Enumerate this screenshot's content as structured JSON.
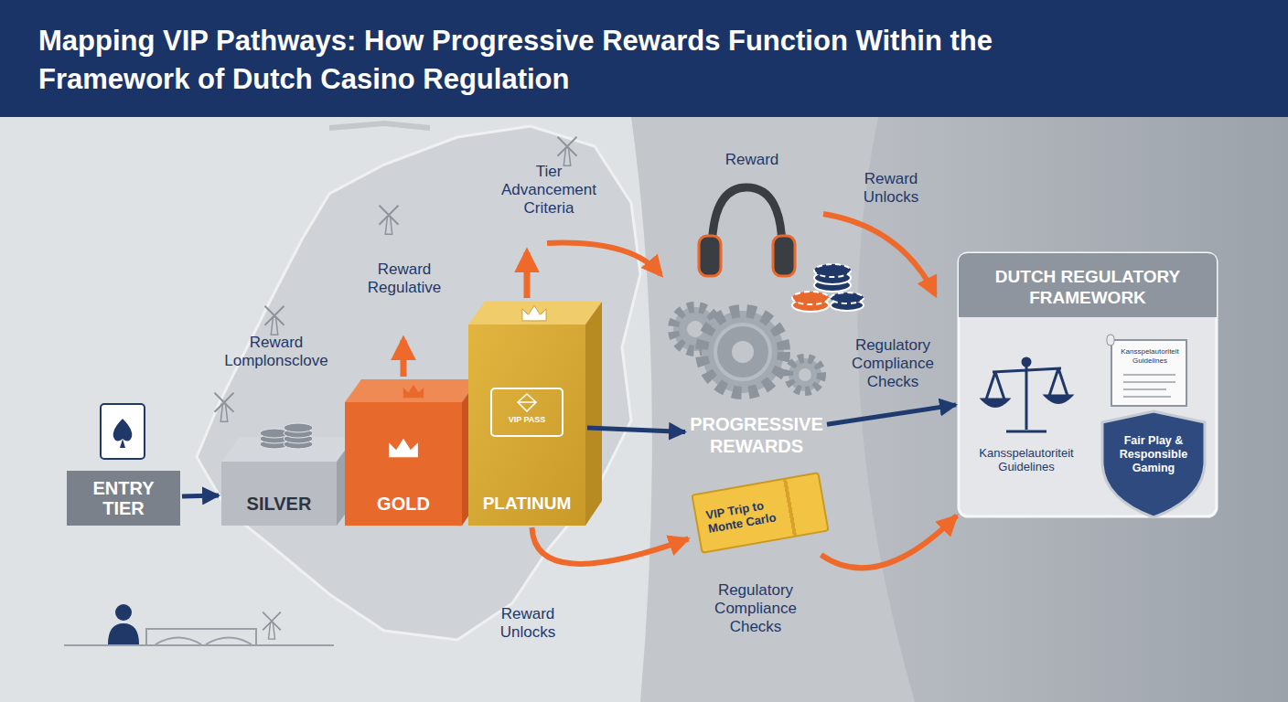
{
  "diagram": {
    "title": "Mapping VIP Pathways: How Progressive Rewards Function Within the Framework of Dutch Casino Regulation",
    "nodes": [
      {
        "text": [
          "ENTRY TIER"
        ]
      },
      {
        "text": [
          "SILVER"
        ]
      },
      {
        "text": [
          "GOLD"
        ]
      },
      {
        "text": [
          "PLATINUM",
          "VIP PASS"
        ]
      },
      {
        "text": [
          "PROGRESSIVE REWARDS"
        ]
      },
      {
        "text": [
          "DUTCH REGULATORY FRAMEWORK"
        ]
      },
      {
        "text": [
          "Fair Play & Responsible Gaming"
        ],
        "in": 5
      },
      {
        "text": [
          "VIP Trip to Monte Carlo"
        ]
      }
    ],
    "edges": [
      {
        "from": 0,
        "to": 1,
        "arrow": "to"
      },
      {
        "from": 3,
        "to": 4,
        "arrow": "to"
      },
      {
        "from": 4,
        "to": 5,
        "label": "Regulatory Compliance Checks",
        "arrow": "to"
      },
      {
        "from": 3,
        "to": 7,
        "label": "Reward Unlocks",
        "arrow": "to"
      },
      {
        "from": 7,
        "to": 5,
        "label": "Regulatory Compliance Checks",
        "arrow": "to"
      }
    ],
    "labels": [
      "Tier Advancement Criteria",
      "Reward Regulative",
      "Reward Lomplonsclove",
      "Reward",
      "Reward Unlocks",
      "Kansspelautoriteit Guidelines",
      "Kansspelautoriteit Guidelines"
    ]
  }
}
